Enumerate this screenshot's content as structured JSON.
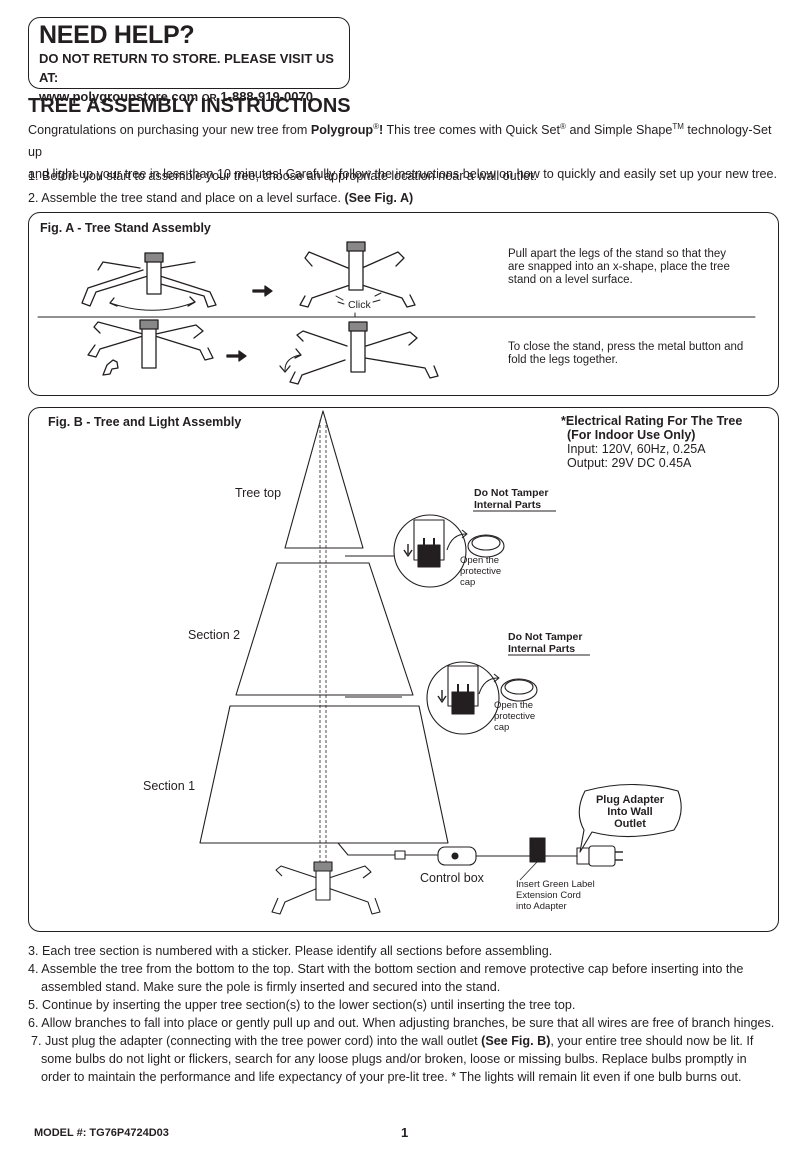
{
  "help": {
    "title": "NEED HELP?",
    "line1": "DO NOT RETURN TO STORE. PLEASE VISIT US AT:",
    "url": "www.polygroupstore.com",
    "or": "OR",
    "phone": "1-888-919-0070"
  },
  "page_title": "TREE ASSEMBLY INSTRUCTIONS",
  "intro": {
    "p1_a": "Congratulations on purchasing your new tree from ",
    "p1_brand": "Polygroup",
    "p1_reg": "®",
    "p1_excl": "!",
    "p1_b": " This tree comes with Quick Set",
    "p1_reg2": "®",
    "p1_c": " and Simple Shape",
    "p1_tm": "TM",
    "p1_d": " technology-Set up",
    "p2": "and light up your tree in less than 10 minutes! Carefully follow the instructions below on how to quickly and easily set up your new tree."
  },
  "steps_top": {
    "s1": "1. Before you start to assemble your tree, choose an appropriate location near a wall outlet.",
    "s2": "2. Assemble the tree stand and place on a level surface. ",
    "s2_bold": "(See Fig. A)"
  },
  "fig_a": {
    "title": "Fig. A - Tree Stand Assembly",
    "click_label": "Click",
    "note_open": "Pull apart the legs of the stand so that they are snapped into an x-shape, place the tree stand on a level surface.",
    "note_close": "To close the stand, press the metal button and fold the legs together."
  },
  "fig_b": {
    "title": "Fig. B - Tree and Light Assembly",
    "rating_title": "*Electrical Rating For The Tree",
    "rating_sub": "(For Indoor Use Only)",
    "rating_input": "Input: 120V, 60Hz, 0.25A",
    "rating_output": "Output: 29V DC 0.45A",
    "tree_top": "Tree top",
    "section2": "Section 2",
    "section1": "Section 1",
    "tamper1": "Do Not Tamper Internal Parts",
    "tamper2": "Do Not Tamper Internal Parts",
    "cap_label1": "Open the protective cap",
    "cap_label2": "Open the protective cap",
    "plug_adapter": "Plug Adapter Into Wall Outlet",
    "control_box": "Control box",
    "insert_green": "Insert Green Label Extension Cord into Adapter"
  },
  "steps_bottom": {
    "s3": "3. Each tree section is numbered with a sticker. Please identify all sections before assembling.",
    "s4a": "4. Assemble the tree from the bottom to the top. Start with the bottom section and remove protective cap before inserting into the",
    "s4b": "assembled stand. Make sure the pole is firmly inserted and secured into the stand.",
    "s5": "5. Continue by inserting the upper tree section(s) to the lower section(s) until inserting the tree top.",
    "s6": "6. Allow branches to fall into place or gently pull up and out. When adjusting branches, be sure that all wires are free of branch hinges.",
    "s7a": "7. Just plug the adapter (connecting with the tree power cord) into the wall outlet ",
    "s7a_bold": "(See Fig. B)",
    "s7a_end": ", your entire tree should now be lit. If",
    "s7b": "some bulbs do not light or flickers, search for any loose plugs and/or broken, loose or missing bulbs.  Replace bulbs promptly in",
    "s7c": "order to maintain the performance and life expectancy of your pre-lit tree. * The lights will remain lit even if one bulb burns out."
  },
  "footer": {
    "model": "MODEL #:  TG76P4724D03",
    "page": "1"
  }
}
